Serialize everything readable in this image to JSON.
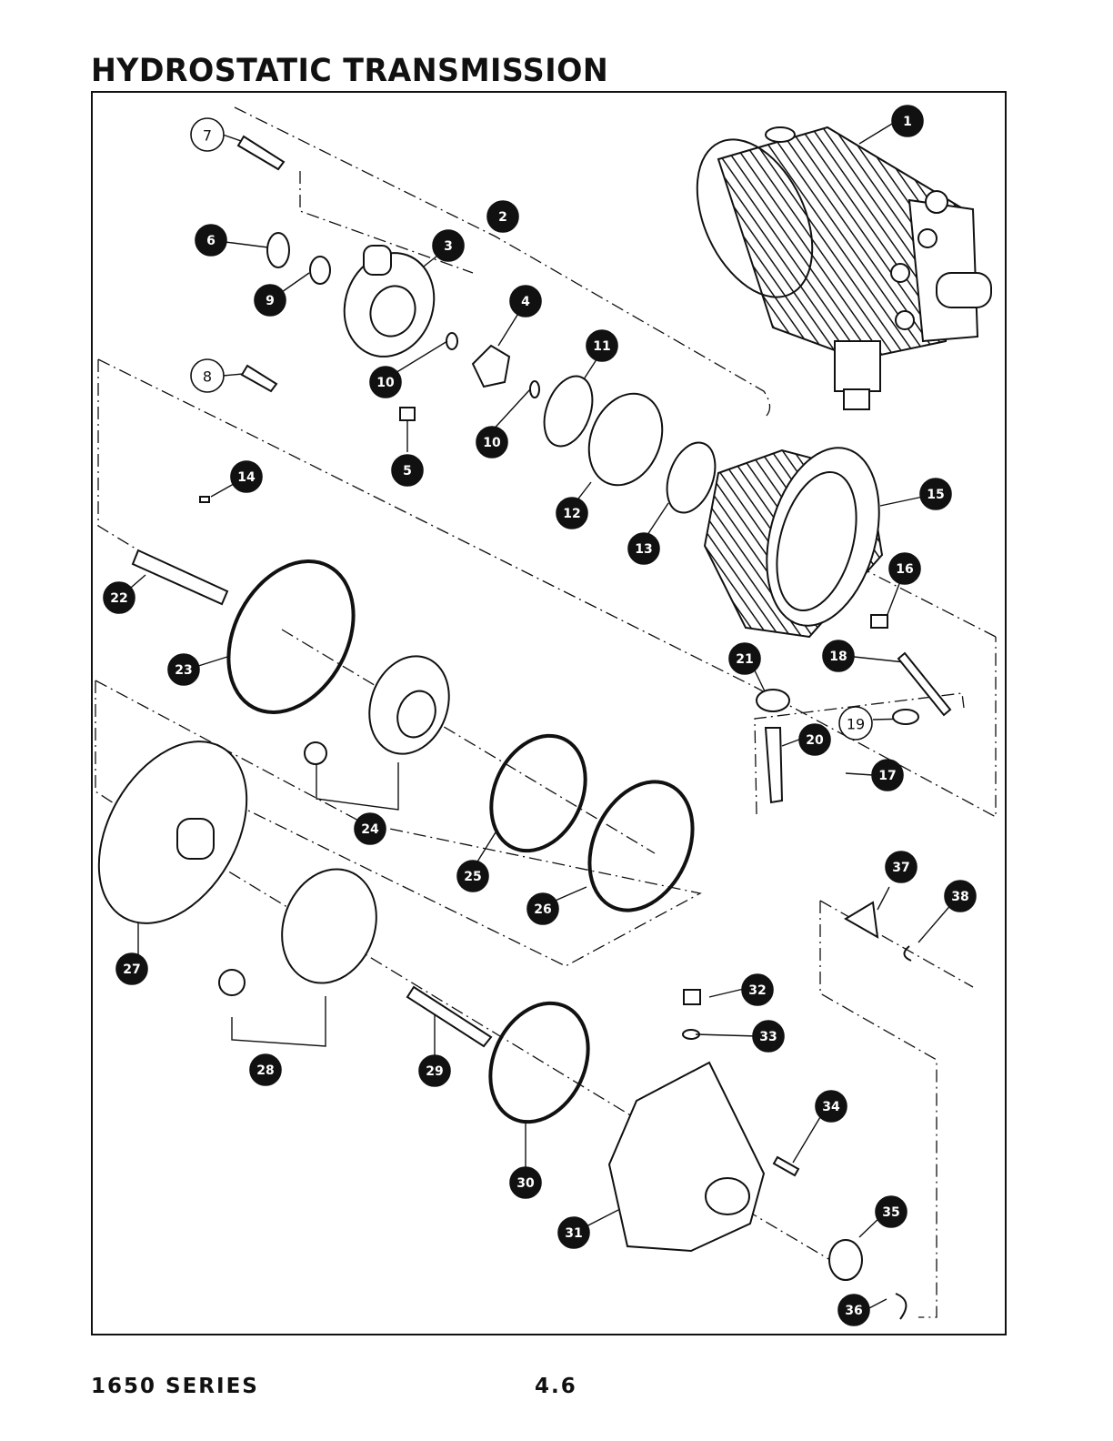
{
  "title": "HYDROSTATIC TRANSMISSION",
  "footer": {
    "series": "1650 SERIES",
    "page": "4.6"
  },
  "callouts": [
    {
      "id": "callout-1",
      "label": "1",
      "style": "filled"
    },
    {
      "id": "callout-2",
      "label": "2",
      "style": "filled"
    },
    {
      "id": "callout-3",
      "label": "3",
      "style": "filled"
    },
    {
      "id": "callout-4",
      "label": "4",
      "style": "filled"
    },
    {
      "id": "callout-5",
      "label": "5",
      "style": "filled"
    },
    {
      "id": "callout-6",
      "label": "6",
      "style": "filled"
    },
    {
      "id": "callout-7",
      "label": "7",
      "style": "open"
    },
    {
      "id": "callout-8",
      "label": "8",
      "style": "open"
    },
    {
      "id": "callout-9",
      "label": "9",
      "style": "filled"
    },
    {
      "id": "callout-10a",
      "label": "10",
      "style": "filled"
    },
    {
      "id": "callout-10b",
      "label": "10",
      "style": "filled"
    },
    {
      "id": "callout-11",
      "label": "11",
      "style": "filled"
    },
    {
      "id": "callout-12",
      "label": "12",
      "style": "filled"
    },
    {
      "id": "callout-13",
      "label": "13",
      "style": "filled"
    },
    {
      "id": "callout-14",
      "label": "14",
      "style": "filled"
    },
    {
      "id": "callout-15",
      "label": "15",
      "style": "filled"
    },
    {
      "id": "callout-16",
      "label": "16",
      "style": "filled"
    },
    {
      "id": "callout-17",
      "label": "17",
      "style": "filled"
    },
    {
      "id": "callout-18",
      "label": "18",
      "style": "filled"
    },
    {
      "id": "callout-19",
      "label": "19",
      "style": "open"
    },
    {
      "id": "callout-20",
      "label": "20",
      "style": "filled"
    },
    {
      "id": "callout-21",
      "label": "21",
      "style": "filled"
    },
    {
      "id": "callout-22",
      "label": "22",
      "style": "filled"
    },
    {
      "id": "callout-23",
      "label": "23",
      "style": "filled"
    },
    {
      "id": "callout-24",
      "label": "24",
      "style": "filled"
    },
    {
      "id": "callout-25",
      "label": "25",
      "style": "filled"
    },
    {
      "id": "callout-26",
      "label": "26",
      "style": "filled"
    },
    {
      "id": "callout-27",
      "label": "27",
      "style": "filled"
    },
    {
      "id": "callout-28",
      "label": "28",
      "style": "filled"
    },
    {
      "id": "callout-29",
      "label": "29",
      "style": "filled"
    },
    {
      "id": "callout-30",
      "label": "30",
      "style": "filled"
    },
    {
      "id": "callout-31",
      "label": "31",
      "style": "filled"
    },
    {
      "id": "callout-32",
      "label": "32",
      "style": "filled"
    },
    {
      "id": "callout-33",
      "label": "33",
      "style": "filled"
    },
    {
      "id": "callout-34",
      "label": "34",
      "style": "filled"
    },
    {
      "id": "callout-35",
      "label": "35",
      "style": "filled"
    },
    {
      "id": "callout-36",
      "label": "36",
      "style": "filled"
    },
    {
      "id": "callout-37",
      "label": "37",
      "style": "filled"
    },
    {
      "id": "callout-38",
      "label": "38",
      "style": "filled"
    }
  ]
}
